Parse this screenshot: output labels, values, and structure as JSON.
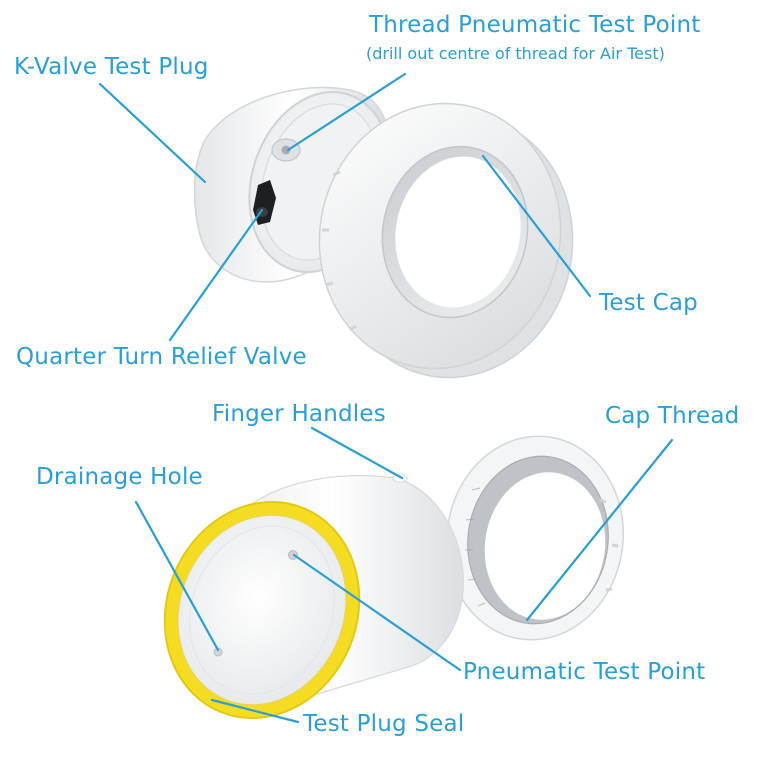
{
  "colors": {
    "label": "#2a9fd6",
    "leader_line": "#2a9fd6",
    "plastic": "#f2f3f4",
    "seal": "#f3dc1f"
  },
  "icons": [
    "k-valve-test-plug-render",
    "test-cap-render",
    "test-plug-body-render",
    "threaded-cap-render"
  ],
  "labels": {
    "thread_pneumatic_test_point": "Thread Pneumatic Test Point",
    "thread_note": "(drill out centre of thread for Air Test)",
    "k_valve_test_plug": "K-Valve Test Plug",
    "test_cap": "Test Cap",
    "quarter_turn_relief_valve": "Quarter Turn Relief Valve",
    "finger_handles": "Finger Handles",
    "cap_thread": "Cap Thread",
    "drainage_hole": "Drainage Hole",
    "pneumatic_test_point": "Pneumatic Test Point",
    "test_plug_seal": "Test Plug Seal"
  }
}
